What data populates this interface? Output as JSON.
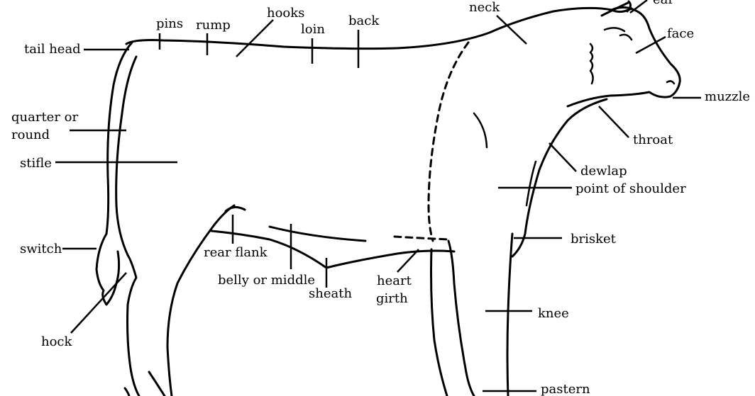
{
  "diagram": {
    "labels": {
      "tail_head": "tail head",
      "pins": "pins",
      "rump": "rump",
      "hooks": "hooks",
      "loin": "loin",
      "back": "back",
      "neck": "neck",
      "ear": "ear",
      "face": "face",
      "muzzle": "muzzle",
      "throat": "throat",
      "dewlap": "dewlap",
      "point_of_shoulder": "point of shoulder",
      "brisket": "brisket",
      "knee": "knee",
      "pastern": "pastern",
      "heart_girth_line1": "heart",
      "heart_girth_line2": "girth",
      "sheath": "sheath",
      "belly_or_middle": "belly or middle",
      "rear_flank": "rear flank",
      "quarter_line1": "quarter or",
      "quarter_line2": "round",
      "stifle": "stifle",
      "switch": "switch",
      "hock": "hock"
    }
  }
}
